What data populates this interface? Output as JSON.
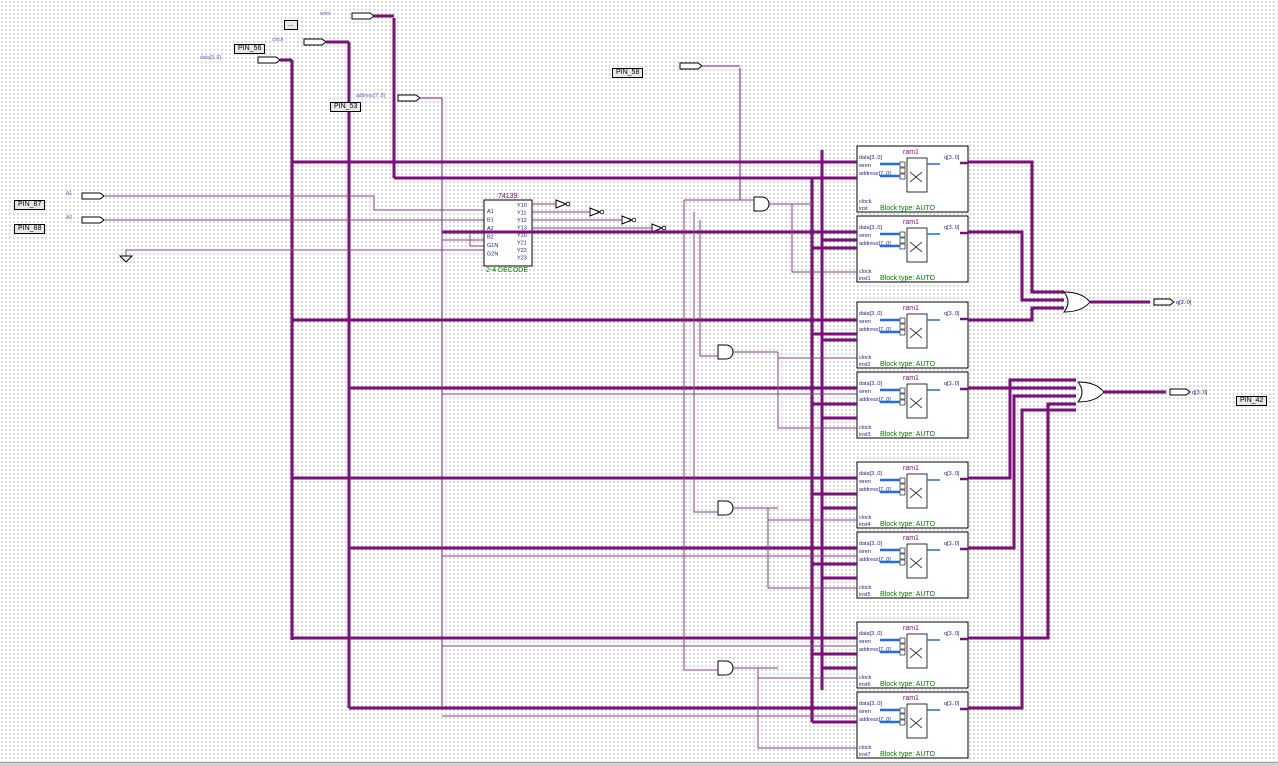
{
  "pins": {
    "p56": "PIN_56",
    "p53": "PIN_53",
    "p58": "PIN_58",
    "p87": "PIN_87",
    "p88": "PIN_88",
    "p42": "PIN_42",
    "blank": "..."
  },
  "inputs": {
    "wren_top": "wren",
    "clock": "clock",
    "address": "address[7..0]",
    "data": "data[3..0]",
    "a1": "A1",
    "a0": "A0"
  },
  "decoder": {
    "title": "74139",
    "footer": "2-4 DECODE",
    "left_ports": [
      "A1",
      "B1",
      "A2",
      "B2",
      "G1N",
      "G2N"
    ],
    "right_ports": [
      "Y10",
      "Y11",
      "Y12",
      "Y13",
      "Y20",
      "Y21",
      "Y22",
      "Y23"
    ]
  },
  "ram": {
    "title": "ram1",
    "ports": [
      "data[3..0]",
      "wren",
      "address[7..0]",
      "clock"
    ],
    "output": "q[3..0]",
    "footer": "Block type: AUTO",
    "inst_labels": [
      "inst",
      "inst1",
      "inst2",
      "inst3",
      "inst4",
      "inst5",
      "inst6",
      "inst7"
    ]
  },
  "outputs": {
    "q1": "q[3..0]",
    "q2": "q[3..0]"
  }
}
